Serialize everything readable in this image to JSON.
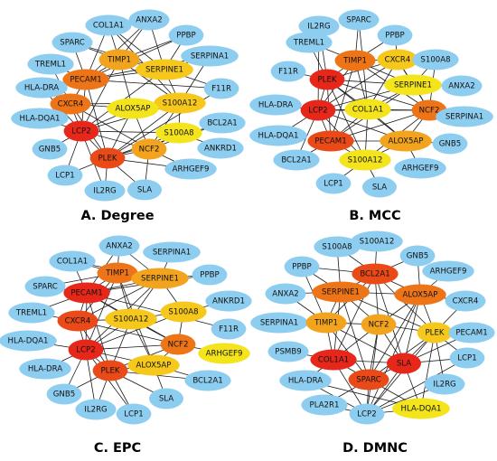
{
  "colors": {
    "peripheral": "#8dcdf0",
    "rank1": "#e8271b",
    "rank2": "#ea4a18",
    "rank3": "#ee7418",
    "rank4": "#f3a41e",
    "rank5": "#f6c81c",
    "rank6": "#f3e41c"
  },
  "panels": [
    {
      "title": "A. Degree",
      "nodes": [
        {
          "id": "COL1A1",
          "rank": 0
        },
        {
          "id": "ANXA2",
          "rank": 0
        },
        {
          "id": "SPARC",
          "rank": 0
        },
        {
          "id": "PPBP",
          "rank": 0
        },
        {
          "id": "TIMP1",
          "rank": 4
        },
        {
          "id": "TREML1",
          "rank": 0
        },
        {
          "id": "SERPINE1",
          "rank": 5
        },
        {
          "id": "SERPINA1",
          "rank": 0
        },
        {
          "id": "PECAM1",
          "rank": 3
        },
        {
          "id": "HLA-DRA",
          "rank": 0
        },
        {
          "id": "CXCR4",
          "rank": 3
        },
        {
          "id": "F11R",
          "rank": 0
        },
        {
          "id": "S100A12",
          "rank": 5
        },
        {
          "id": "HLA-DQA1",
          "rank": 0
        },
        {
          "id": "ALOX5AP",
          "rank": 6
        },
        {
          "id": "BCL2A1",
          "rank": 0
        },
        {
          "id": "LCP2",
          "rank": 1
        },
        {
          "id": "S100A8",
          "rank": 6
        },
        {
          "id": "GNB5",
          "rank": 0
        },
        {
          "id": "ANKRD1",
          "rank": 0
        },
        {
          "id": "NCF2",
          "rank": 4
        },
        {
          "id": "PLEK",
          "rank": 2
        },
        {
          "id": "ARHGEF9",
          "rank": 0
        },
        {
          "id": "LCP1",
          "rank": 0
        },
        {
          "id": "IL2RG",
          "rank": 0
        },
        {
          "id": "SLA",
          "rank": 0
        }
      ]
    },
    {
      "title": "B. MCC",
      "nodes": [
        {
          "id": "IL2RG",
          "rank": 0
        },
        {
          "id": "SPARC",
          "rank": 0
        },
        {
          "id": "TREML1",
          "rank": 0
        },
        {
          "id": "PPBP",
          "rank": 0
        },
        {
          "id": "TIMP1",
          "rank": 3
        },
        {
          "id": "CXCR4",
          "rank": 5
        },
        {
          "id": "S100A8",
          "rank": 0
        },
        {
          "id": "F11R",
          "rank": 0
        },
        {
          "id": "PLEK",
          "rank": 1
        },
        {
          "id": "SERPINE1",
          "rank": 6
        },
        {
          "id": "ANXA2",
          "rank": 0
        },
        {
          "id": "HLA-DRA",
          "rank": 0
        },
        {
          "id": "LCP2",
          "rank": 1
        },
        {
          "id": "COL1A1",
          "rank": 6
        },
        {
          "id": "NCF2",
          "rank": 3
        },
        {
          "id": "SERPINA1",
          "rank": 0
        },
        {
          "id": "HLA-DQA1",
          "rank": 0
        },
        {
          "id": "PECAM1",
          "rank": 2
        },
        {
          "id": "ALOX5AP",
          "rank": 4
        },
        {
          "id": "GNB5",
          "rank": 0
        },
        {
          "id": "BCL2A1",
          "rank": 0
        },
        {
          "id": "S100A12",
          "rank": 6
        },
        {
          "id": "ARHGEF9",
          "rank": 0
        },
        {
          "id": "LCP1",
          "rank": 0
        },
        {
          "id": "SLA",
          "rank": 0
        }
      ]
    },
    {
      "title": "C. EPC",
      "nodes": [
        {
          "id": "ANXA2",
          "rank": 0
        },
        {
          "id": "SERPINA1",
          "rank": 0
        },
        {
          "id": "COL1A1",
          "rank": 0
        },
        {
          "id": "TIMP1",
          "rank": 3
        },
        {
          "id": "PPBP",
          "rank": 0
        },
        {
          "id": "SERPINE1",
          "rank": 4
        },
        {
          "id": "SPARC",
          "rank": 0
        },
        {
          "id": "PECAM1",
          "rank": 1
        },
        {
          "id": "ANKRD1",
          "rank": 0
        },
        {
          "id": "TREML1",
          "rank": 0
        },
        {
          "id": "S100A8",
          "rank": 5
        },
        {
          "id": "CXCR4",
          "rank": 2
        },
        {
          "id": "S100A12",
          "rank": 5
        },
        {
          "id": "F11R",
          "rank": 0
        },
        {
          "id": "HLA-DQA1",
          "rank": 0
        },
        {
          "id": "NCF2",
          "rank": 3
        },
        {
          "id": "LCP2",
          "rank": 1
        },
        {
          "id": "ARHGEF9",
          "rank": 6
        },
        {
          "id": "HLA-DRA",
          "rank": 0
        },
        {
          "id": "ALOX5AP",
          "rank": 5
        },
        {
          "id": "PLEK",
          "rank": 2
        },
        {
          "id": "BCL2A1",
          "rank": 0
        },
        {
          "id": "GNB5",
          "rank": 0
        },
        {
          "id": "SLA",
          "rank": 0
        },
        {
          "id": "IL2RG",
          "rank": 0
        },
        {
          "id": "LCP1",
          "rank": 0
        }
      ]
    },
    {
      "title": "D. DMNC",
      "nodes": [
        {
          "id": "S100A12",
          "rank": 0
        },
        {
          "id": "S100A8",
          "rank": 0
        },
        {
          "id": "GNB5",
          "rank": 0
        },
        {
          "id": "PPBP",
          "rank": 0
        },
        {
          "id": "BCL2A1",
          "rank": 2
        },
        {
          "id": "ARHGEF9",
          "rank": 0
        },
        {
          "id": "ANXA2",
          "rank": 0
        },
        {
          "id": "SERPINE1",
          "rank": 3
        },
        {
          "id": "ALOX5AP",
          "rank": 3
        },
        {
          "id": "CXCR4",
          "rank": 0
        },
        {
          "id": "SERPINA1",
          "rank": 0
        },
        {
          "id": "TIMP1",
          "rank": 4
        },
        {
          "id": "NCF2",
          "rank": 4
        },
        {
          "id": "PLEK",
          "rank": 5
        },
        {
          "id": "PECAM1",
          "rank": 0
        },
        {
          "id": "PSMB9",
          "rank": 0
        },
        {
          "id": "COL1A1",
          "rank": 1
        },
        {
          "id": "SLA",
          "rank": 1
        },
        {
          "id": "LCP1",
          "rank": 0
        },
        {
          "id": "SPARC",
          "rank": 2
        },
        {
          "id": "HLA-DRA",
          "rank": 0
        },
        {
          "id": "IL2RG",
          "rank": 0
        },
        {
          "id": "PLA2R1",
          "rank": 0
        },
        {
          "id": "LCP2",
          "rank": 0
        },
        {
          "id": "HLA-DQA1",
          "rank": 6
        }
      ]
    }
  ]
}
